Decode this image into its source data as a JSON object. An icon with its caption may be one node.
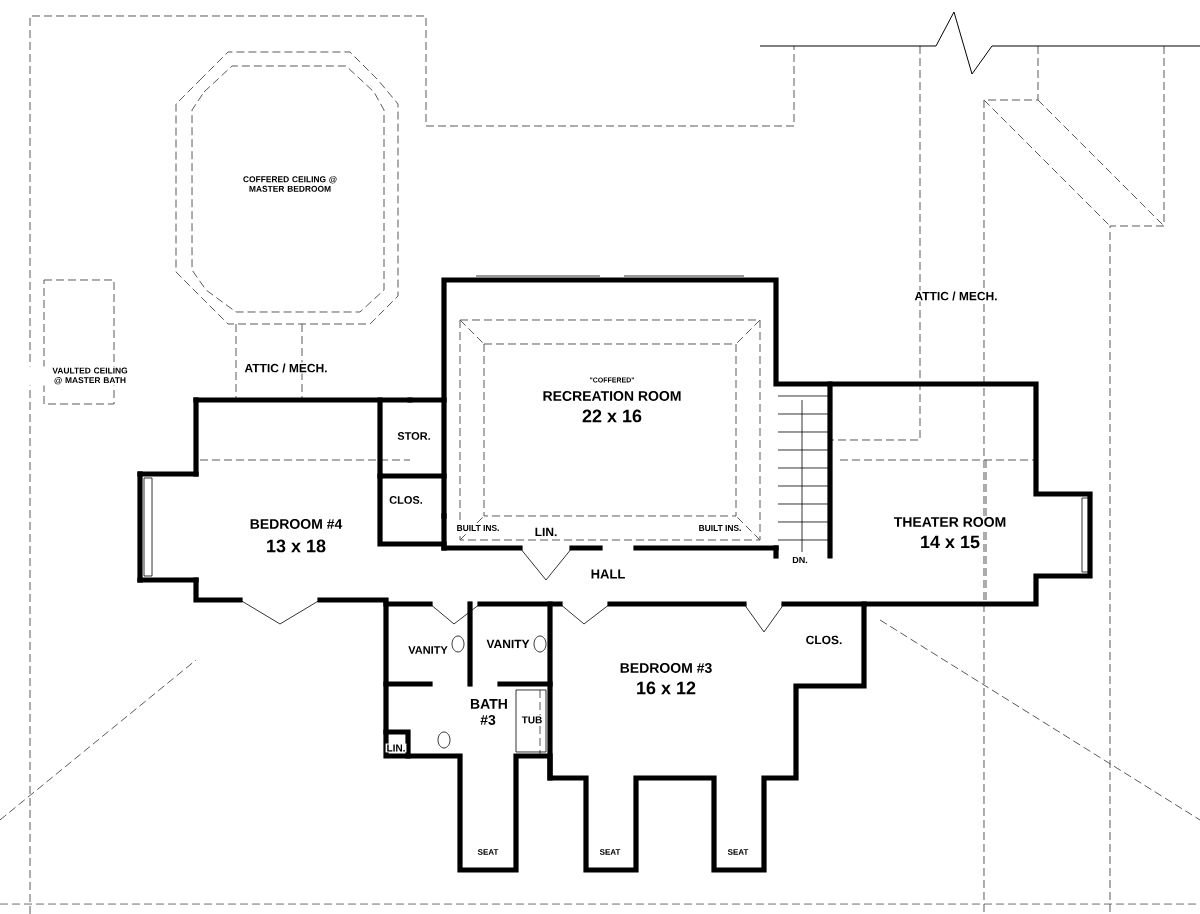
{
  "diagram": {
    "labels": [
      "COFFERED CEILING @ MASTER BEDROOM",
      "VAULTED CEILING @ MASTER BATH",
      "ATTIC / MECH.",
      "ATTIC / MECH.",
      "\"COFFERED\"",
      "RECREATION ROOM",
      "22 x 16",
      "STOR.",
      "CLOS.",
      "BEDROOM #4",
      "13 x 18",
      "BUILT INS.",
      "LIN.",
      "BUILT INS.",
      "THEATER ROOM",
      "14 x 15",
      "DN.",
      "HALL",
      "VANITY",
      "VANITY",
      "CLOS.",
      "BEDROOM #3",
      "16 x 12",
      "BATH #3",
      "TUB",
      "LIN.",
      "SEAT",
      "SEAT",
      "SEAT"
    ]
  }
}
